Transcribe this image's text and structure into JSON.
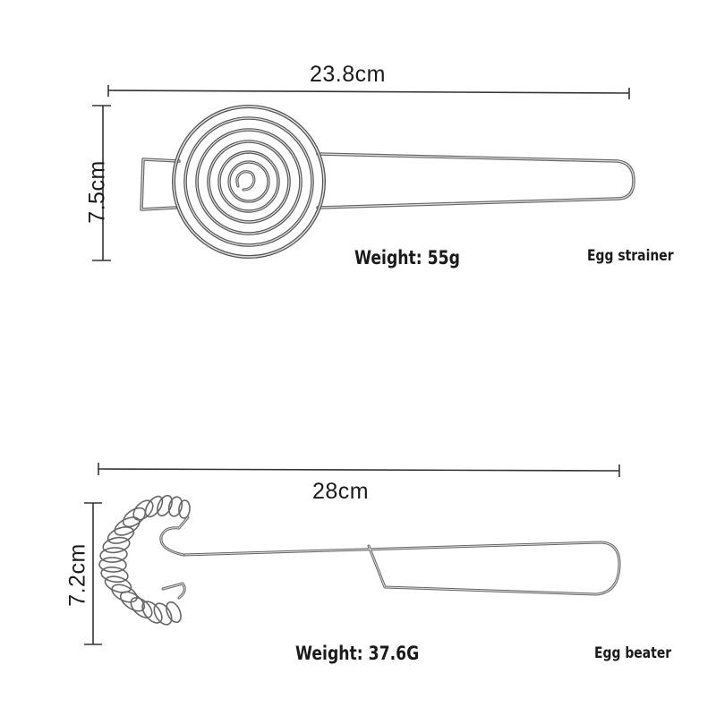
{
  "strainer": {
    "length": "23.8cm",
    "width": "7.5cm",
    "weight": "Weight: 55g",
    "name": "Egg strainer"
  },
  "beater": {
    "length": "28cm",
    "width": "7.2cm",
    "weight": "Weight: 37.6G",
    "name": "Egg beater"
  },
  "colors": {
    "line": "#333333",
    "steel_dark": "#5a5a5a",
    "steel_light": "#cfcfcf"
  },
  "icons": [
    "egg-strainer-illustration",
    "egg-beater-illustration"
  ]
}
